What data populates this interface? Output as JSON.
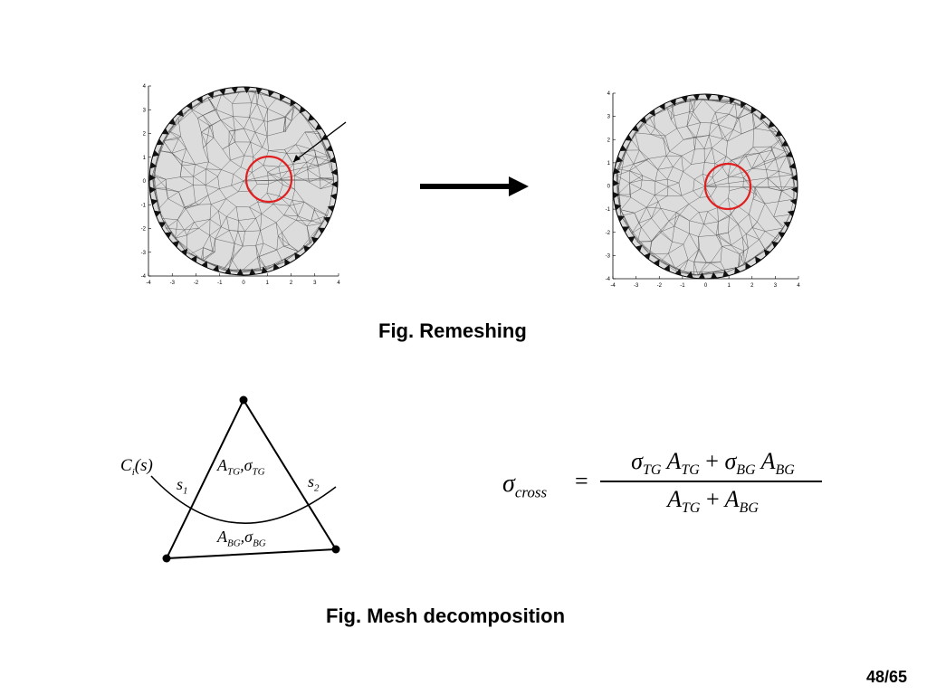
{
  "slide": {
    "caption_remeshing": "Fig. Remeshing",
    "caption_decomposition": "Fig. Mesh decomposition",
    "page_number": "48/65"
  },
  "plots": {
    "left": {
      "x_ticks": [
        "-4",
        "-3",
        "-2",
        "-1",
        "0",
        "1",
        "2",
        "3",
        "4"
      ],
      "y_ticks": [
        "4",
        "3",
        "2",
        "1",
        "0",
        "-1",
        "-2",
        "-3",
        "-4"
      ],
      "highlight_color": "#e02020"
    },
    "right": {
      "x_ticks": [
        "-4",
        "-3",
        "-2",
        "-1",
        "0",
        "1",
        "2",
        "3",
        "4"
      ],
      "y_ticks": [
        "4",
        "3",
        "2",
        "1",
        "0",
        "-1",
        "-2",
        "-3",
        "-4"
      ],
      "highlight_color": "#e02020"
    }
  },
  "diagram": {
    "curve_label_c": "C",
    "curve_label_sub": "i",
    "curve_label_arg": "(s)",
    "s1_base": "s",
    "s1_sub": "1",
    "s2_base": "s",
    "s2_sub": "2",
    "top_area_base": "A",
    "top_area_sub": "TG",
    "top_sep": ",",
    "top_sigma_base": "σ",
    "top_sigma_sub": "TG",
    "bottom_area_base": "A",
    "bottom_area_sub": "BG",
    "bottom_sep": ",",
    "bottom_sigma_base": "σ",
    "bottom_sigma_sub": "BG"
  },
  "formula": {
    "lhs_base": "σ",
    "lhs_sub": "cross",
    "equals": "=",
    "num_t1_base": "σ",
    "num_t1_sub": "TG",
    "num_t2_base": "A",
    "num_t2_sub": "TG",
    "num_plus": "+",
    "num_t3_base": "σ",
    "num_t3_sub": "BG",
    "num_t4_base": "A",
    "num_t4_sub": "BG",
    "den_t1_base": "A",
    "den_t1_sub": "TG",
    "den_plus": "+",
    "den_t2_base": "A",
    "den_t2_sub": "BG"
  }
}
